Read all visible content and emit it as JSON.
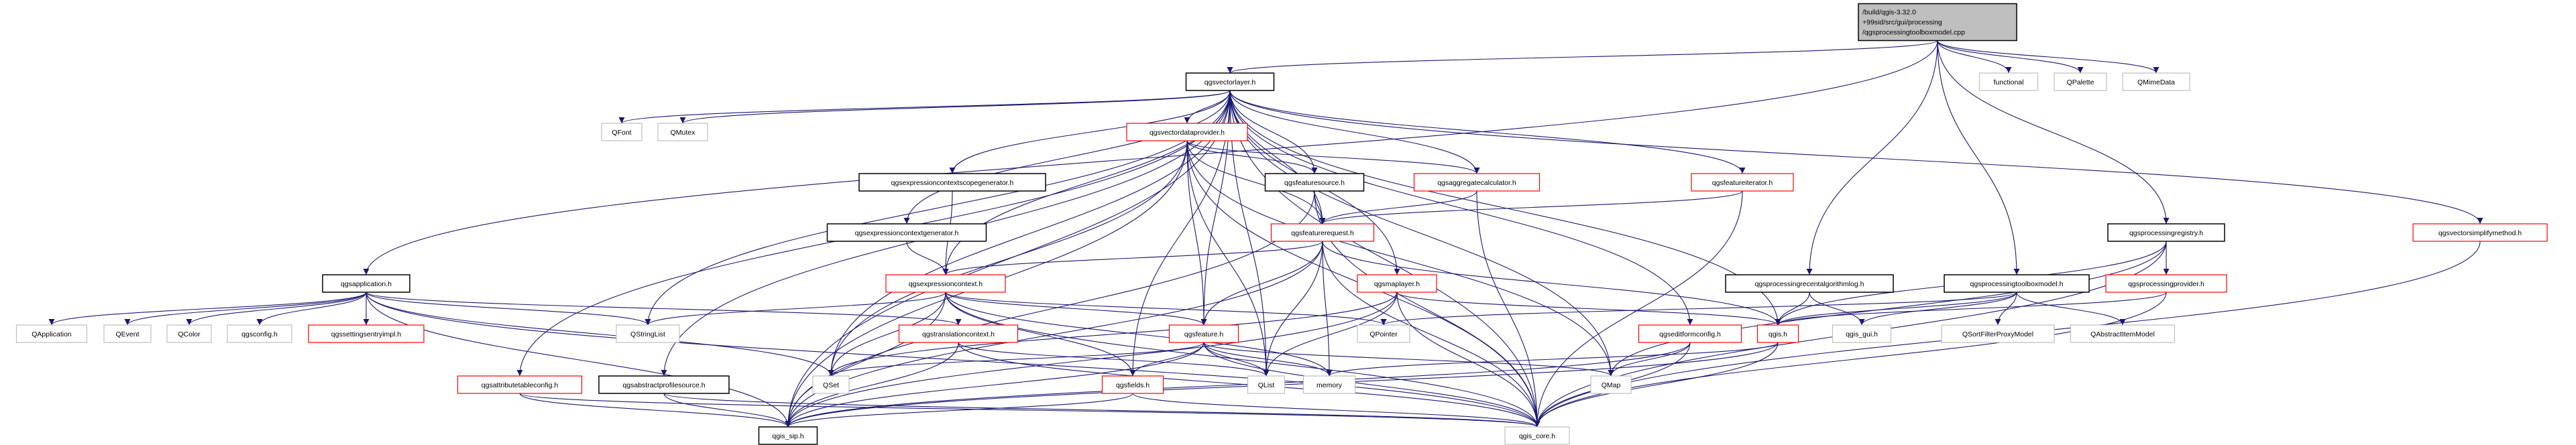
{
  "colors": {
    "edge": "#191970",
    "documented_border": "#000000",
    "truncated_border": "#ff0000",
    "external_border": "#bfbfbf",
    "root_fill": "#bfbfbf"
  },
  "nodes": [
    {
      "id": "root",
      "label_lines": [
        "/build/qgis-3.32.0",
        "+99sid/src/gui/processing",
        "/qgsprocessingtoolboxmodel.cpp"
      ],
      "kind": "root"
    },
    {
      "id": "vl",
      "label": "qgsvectorlayer.h",
      "kind": "documented"
    },
    {
      "id": "functional",
      "label": "functional",
      "kind": "external"
    },
    {
      "id": "qpalette",
      "label": "QPalette",
      "kind": "external"
    },
    {
      "id": "qmimedata",
      "label": "QMimeData",
      "kind": "external"
    },
    {
      "id": "vdp",
      "label": "qgsvectordataprovider.h",
      "kind": "truncated"
    },
    {
      "id": "qfont",
      "label": "QFont",
      "kind": "external"
    },
    {
      "id": "qmutex",
      "label": "QMutex",
      "kind": "external"
    },
    {
      "id": "scopegen",
      "label": "qgsexpressioncontextscopegenerator.h",
      "kind": "documented"
    },
    {
      "id": "fsrc",
      "label": "qgsfeaturesource.h",
      "kind": "documented"
    },
    {
      "id": "aggr",
      "label": "qgsaggregatecalculator.h",
      "kind": "truncated"
    },
    {
      "id": "fiter",
      "label": "qgsfeatureiterator.h",
      "kind": "truncated"
    },
    {
      "id": "ctxgen",
      "label": "qgsexpressioncontextgenerator.h",
      "kind": "documented"
    },
    {
      "id": "freq",
      "label": "qgsfeaturerequest.h",
      "kind": "truncated"
    },
    {
      "id": "registry",
      "label": "qgsprocessingregistry.h",
      "kind": "documented"
    },
    {
      "id": "vsm",
      "label": "qgsvectorsimplifymethod.h",
      "kind": "truncated"
    },
    {
      "id": "app",
      "label": "qgsapplication.h",
      "kind": "documented"
    },
    {
      "id": "ctx",
      "label": "qgsexpressioncontext.h",
      "kind": "truncated"
    },
    {
      "id": "maplayer",
      "label": "qgsmaplayer.h",
      "kind": "truncated"
    },
    {
      "id": "recent",
      "label": "qgsprocessingrecentalgorithmlog.h",
      "kind": "documented"
    },
    {
      "id": "toolbox",
      "label": "qgsprocessingtoolboxmodel.h",
      "kind": "documented"
    },
    {
      "id": "provider",
      "label": "qgsprocessingprovider.h",
      "kind": "truncated"
    },
    {
      "id": "qappl",
      "label": "QApplication",
      "kind": "external"
    },
    {
      "id": "qevent",
      "label": "QEvent",
      "kind": "external"
    },
    {
      "id": "qcolor",
      "label": "QColor",
      "kind": "external"
    },
    {
      "id": "qgsconfig",
      "label": "qgsconfig.h",
      "kind": "external"
    },
    {
      "id": "settings",
      "label": "qgssettingsentryimpl.h",
      "kind": "truncated"
    },
    {
      "id": "qstringlist",
      "label": "QStringList",
      "kind": "external"
    },
    {
      "id": "transctx",
      "label": "qgstranslationcontext.h",
      "kind": "truncated"
    },
    {
      "id": "feature",
      "label": "qgsfeature.h",
      "kind": "truncated"
    },
    {
      "id": "qpointer",
      "label": "QPointer",
      "kind": "external"
    },
    {
      "id": "editform",
      "label": "qgseditformconfig.h",
      "kind": "truncated"
    },
    {
      "id": "qgis",
      "label": "qgis.h",
      "kind": "truncated"
    },
    {
      "id": "qgisgui",
      "label": "qgis_gui.h",
      "kind": "external"
    },
    {
      "id": "qsfpm",
      "label": "QSortFilterProxyModel",
      "kind": "external"
    },
    {
      "id": "qaim",
      "label": "QAbstractItemModel",
      "kind": "external"
    },
    {
      "id": "attrtable",
      "label": "qgsattributetableconfig.h",
      "kind": "truncated"
    },
    {
      "id": "profsrc",
      "label": "qgsabstractprofilesource.h",
      "kind": "documented"
    },
    {
      "id": "qset",
      "label": "QSet",
      "kind": "external"
    },
    {
      "id": "fields",
      "label": "qgsfields.h",
      "kind": "truncated"
    },
    {
      "id": "qlist",
      "label": "QList",
      "kind": "external"
    },
    {
      "id": "memory",
      "label": "memory",
      "kind": "external"
    },
    {
      "id": "qmap",
      "label": "QMap",
      "kind": "external"
    },
    {
      "id": "sip",
      "label": "qgis_sip.h",
      "kind": "documented"
    },
    {
      "id": "core",
      "label": "qgis_core.h",
      "kind": "external"
    }
  ],
  "edges": [
    [
      "root",
      "vl"
    ],
    [
      "root",
      "app"
    ],
    [
      "root",
      "recent"
    ],
    [
      "root",
      "toolbox"
    ],
    [
      "root",
      "registry"
    ],
    [
      "root",
      "functional"
    ],
    [
      "root",
      "qpalette"
    ],
    [
      "root",
      "qmimedata"
    ],
    [
      "vl",
      "vdp"
    ],
    [
      "vl",
      "fsrc"
    ],
    [
      "vl",
      "aggr"
    ],
    [
      "vl",
      "fiter"
    ],
    [
      "vl",
      "vsm"
    ],
    [
      "vl",
      "scopegen"
    ],
    [
      "vl",
      "ctxgen"
    ],
    [
      "vl",
      "ctx"
    ],
    [
      "vl",
      "freq"
    ],
    [
      "vl",
      "maplayer"
    ],
    [
      "vl",
      "feature"
    ],
    [
      "vl",
      "editform"
    ],
    [
      "vl",
      "qgis"
    ],
    [
      "vl",
      "qfont"
    ],
    [
      "vl",
      "qmutex"
    ],
    [
      "vl",
      "qstringlist"
    ],
    [
      "vl",
      "qset"
    ],
    [
      "vl",
      "qlist"
    ],
    [
      "vl",
      "qmap"
    ],
    [
      "vl",
      "core"
    ],
    [
      "vl",
      "sip"
    ],
    [
      "vl",
      "attrtable"
    ],
    [
      "vl",
      "profsrc"
    ],
    [
      "vl",
      "fields"
    ],
    [
      "vdp",
      "fsrc"
    ],
    [
      "vdp",
      "aggr"
    ],
    [
      "vdp",
      "freq"
    ],
    [
      "vdp",
      "feature"
    ],
    [
      "vdp",
      "qlist"
    ],
    [
      "vdp",
      "qmap"
    ],
    [
      "vdp",
      "core"
    ],
    [
      "vdp",
      "sip"
    ],
    [
      "vdp",
      "qset"
    ],
    [
      "fsrc",
      "freq"
    ],
    [
      "fsrc",
      "core"
    ],
    [
      "fsrc",
      "sip"
    ],
    [
      "aggr",
      "freq"
    ],
    [
      "aggr",
      "core"
    ],
    [
      "fiter",
      "freq"
    ],
    [
      "fiter",
      "core"
    ],
    [
      "scopegen",
      "ctx"
    ],
    [
      "ctxgen",
      "ctx"
    ],
    [
      "freq",
      "ctx"
    ],
    [
      "freq",
      "feature"
    ],
    [
      "freq",
      "core"
    ],
    [
      "freq",
      "qlist"
    ],
    [
      "freq",
      "memory"
    ],
    [
      "freq",
      "qgis"
    ],
    [
      "freq",
      "sip"
    ],
    [
      "ctx",
      "feature"
    ],
    [
      "ctx",
      "qstringlist"
    ],
    [
      "ctx",
      "qset"
    ],
    [
      "ctx",
      "core"
    ],
    [
      "ctx",
      "sip"
    ],
    [
      "ctx",
      "qpointer"
    ],
    [
      "ctx",
      "memory"
    ],
    [
      "ctx",
      "fields"
    ],
    [
      "maplayer",
      "qgis"
    ],
    [
      "maplayer",
      "core"
    ],
    [
      "maplayer",
      "qset"
    ],
    [
      "maplayer",
      "sip"
    ],
    [
      "maplayer",
      "qlist"
    ],
    [
      "feature",
      "fields"
    ],
    [
      "feature",
      "qlist"
    ],
    [
      "feature",
      "memory"
    ],
    [
      "feature",
      "qmap"
    ],
    [
      "feature",
      "qset"
    ],
    [
      "feature",
      "core"
    ],
    [
      "feature",
      "sip"
    ],
    [
      "transctx",
      "core"
    ],
    [
      "transctx",
      "sip"
    ],
    [
      "transctx",
      "qlist"
    ],
    [
      "editform",
      "qmap"
    ],
    [
      "editform",
      "core"
    ],
    [
      "editform",
      "sip"
    ],
    [
      "qgis",
      "core"
    ],
    [
      "qgis",
      "sip"
    ],
    [
      "qgis",
      "memory"
    ],
    [
      "fields",
      "core"
    ],
    [
      "fields",
      "sip"
    ],
    [
      "attrtable",
      "core"
    ],
    [
      "attrtable",
      "sip"
    ],
    [
      "profsrc",
      "core"
    ],
    [
      "profsrc",
      "sip"
    ],
    [
      "app",
      "qappl"
    ],
    [
      "app",
      "qevent"
    ],
    [
      "app",
      "qcolor"
    ],
    [
      "app",
      "qgsconfig"
    ],
    [
      "app",
      "settings"
    ],
    [
      "app",
      "qstringlist"
    ],
    [
      "app",
      "core"
    ],
    [
      "app",
      "sip"
    ],
    [
      "app",
      "transctx"
    ],
    [
      "app",
      "qset"
    ],
    [
      "recent",
      "qgis"
    ],
    [
      "recent",
      "qgisgui"
    ],
    [
      "toolbox",
      "qgis"
    ],
    [
      "toolbox",
      "qgisgui"
    ],
    [
      "toolbox",
      "qsfpm"
    ],
    [
      "toolbox",
      "qaim"
    ],
    [
      "toolbox",
      "qpointer"
    ],
    [
      "registry",
      "provider"
    ],
    [
      "registry",
      "qgis"
    ],
    [
      "registry",
      "qmap"
    ],
    [
      "registry",
      "core"
    ],
    [
      "provider",
      "qgis"
    ],
    [
      "provider",
      "core"
    ],
    [
      "vsm",
      "core"
    ]
  ]
}
